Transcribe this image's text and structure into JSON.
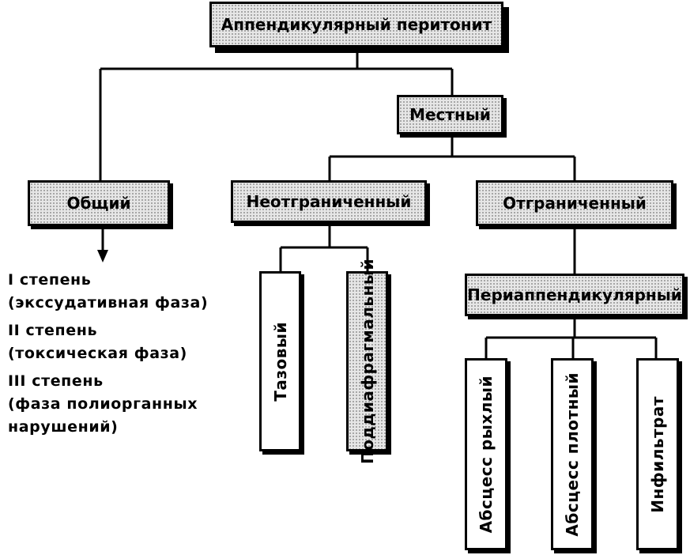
{
  "diagram": {
    "root": "Аппендикулярный перитонит",
    "local": "Местный",
    "general": "Общий",
    "unlimited": "Неотграниченный",
    "limited": "Отграниченный",
    "pelvic": "Тазовый",
    "subhepatic": "Поддиафрагмальный",
    "periappendicular": "Периаппендикулярный",
    "abscess_loose": "Абсцесс рыхлый",
    "abscess_dense": "Абсцесс плотный",
    "infiltrate": "Инфильтрат",
    "stages": [
      "I степень",
      "(экссудативная фаза)",
      "II степень",
      "(токсическая фаза)",
      "III степень",
      "(фаза полиорганных",
      "нарушений)"
    ]
  }
}
